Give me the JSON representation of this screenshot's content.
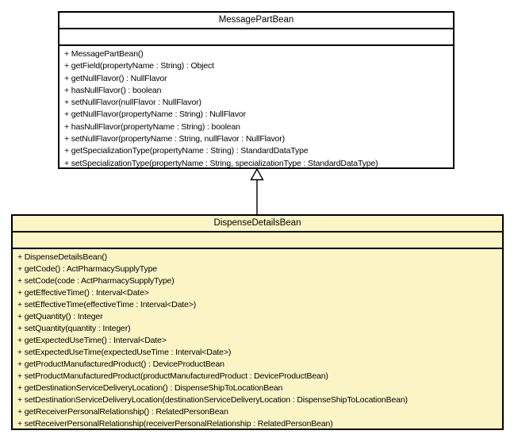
{
  "diagram": {
    "kind": "uml-class-diagram",
    "background_color": "#ffffff",
    "border_color": "#000000",
    "classes": [
      {
        "name": "MessagePartBean",
        "fill_color": "#ffffff",
        "attributes": [],
        "methods": [
          "+ MessagePartBean()",
          "+ getField(propertyName : String) : Object",
          "+ getNullFlavor() : NullFlavor",
          "+ hasNullFlavor() : boolean",
          "+ setNullFlavor(nullFlavor : NullFlavor)",
          "+ getNullFlavor(propertyName : String) : NullFlavor",
          "+ hasNullFlavor(propertyName : String) : boolean",
          "+ setNullFlavor(propertyName : String, nullFlavor : NullFlavor)",
          "+ getSpecializationType(propertyName : String) : StandardDataType",
          "+ setSpecializationType(propertyName : String, specializationType : StandardDataType)"
        ]
      },
      {
        "name": "DispenseDetailsBean",
        "fill_color": "#fbf5c6",
        "attributes": [],
        "methods": [
          "+ DispenseDetailsBean()",
          "+ getCode() : ActPharmacySupplyType",
          "+ setCode(code : ActPharmacySupplyType)",
          "+ getEffectiveTime() : Interval<Date>",
          "+ setEffectiveTime(effectiveTime : Interval<Date>)",
          "+ getQuantity() : Integer",
          "+ setQuantity(quantity : Integer)",
          "+ getExpectedUseTime() : Interval<Date>",
          "+ setExpectedUseTime(expectedUseTime : Interval<Date>)",
          "+ getProductManufacturedProduct() : DeviceProductBean",
          "+ setProductManufacturedProduct(productManufacturedProduct : DeviceProductBean)",
          "+ getDestinationServiceDeliveryLocation() : DispenseShipToLocationBean",
          "+ setDestinationServiceDeliveryLocation(destinationServiceDeliveryLocation : DispenseShipToLocationBean)",
          "+ getReceiverPersonalRelationship() : RelatedPersonBean",
          "+ setReceiverPersonalRelationship(receiverPersonalRelationship : RelatedPersonBean)"
        ]
      }
    ],
    "relationship": {
      "type": "generalization",
      "from": "DispenseDetailsBean",
      "to": "MessagePartBean",
      "line_color": "#4a4a4a",
      "arrowhead_fill": "#ffffff",
      "arrowhead_stroke": "#000000"
    }
  }
}
